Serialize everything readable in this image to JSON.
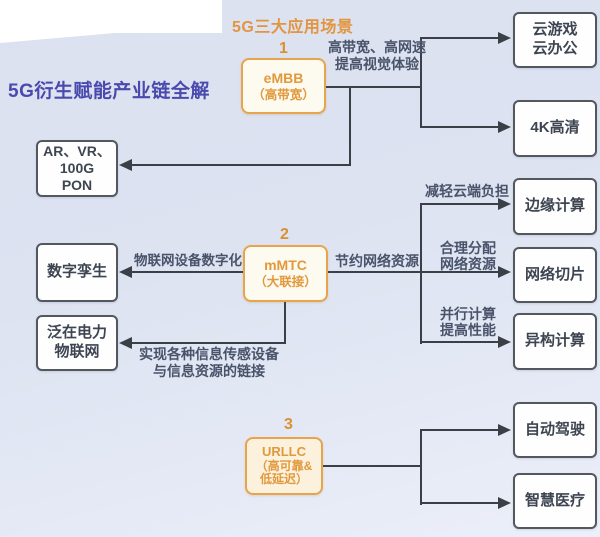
{
  "banner_title": "5G三大应用场景",
  "main_title": "5G衍生赋能产业链全解",
  "scenarios": {
    "embb": {
      "num": "1",
      "title": "eMBB",
      "subtitle": "（高带宽）"
    },
    "mmtc": {
      "num": "2",
      "title": "mMTC",
      "subtitle": "（大联接）"
    },
    "urllc": {
      "num": "3",
      "title": "URLLC",
      "subtitle_line1": "（高可靠&",
      "subtitle_line2": "低延迟）"
    }
  },
  "nodes": {
    "ar_vr_pon": {
      "lines": [
        "AR、VR、",
        "100G",
        "PON"
      ]
    },
    "digital_twin": {
      "lines": [
        "数字孪生"
      ]
    },
    "power_iot": {
      "lines": [
        "泛在电力",
        "物联网"
      ]
    },
    "cloud_game_office": {
      "lines": [
        "云游戏",
        "云办公"
      ]
    },
    "uhd_4k": {
      "lines": [
        "4K高清"
      ]
    },
    "edge_computing": {
      "lines": [
        "边缘计算"
      ]
    },
    "network_slicing": {
      "lines": [
        "网络切片"
      ]
    },
    "hetero_computing": {
      "lines": [
        "异构计算"
      ]
    },
    "auto_driving": {
      "lines": [
        "自动驾驶"
      ]
    },
    "smart_medical": {
      "lines": [
        "智慧医疗"
      ]
    }
  },
  "edge_labels": {
    "embb_benefit": {
      "lines": [
        "高带宽、高网速",
        "提高视觉体验"
      ]
    },
    "mmtc_left": "物联网设备数字化",
    "mmtc_right": "节约网络资源",
    "mmtc_bottom": {
      "lines": [
        "实现各种信息传感设备",
        "与信息资源的链接"
      ]
    },
    "edge_benefit": "减轻云端负担",
    "slicing_benefit": {
      "lines": [
        "合理分配",
        "网络资源"
      ]
    },
    "hetero_benefit": {
      "lines": [
        "并行计算",
        "提高性能"
      ]
    }
  },
  "colors": {
    "accent_orange": "#e2993b",
    "title_blue": "#4a4aae",
    "line_dark": "#3b4046",
    "box_border_gray": "#53575e",
    "background": "#dde3f1"
  }
}
